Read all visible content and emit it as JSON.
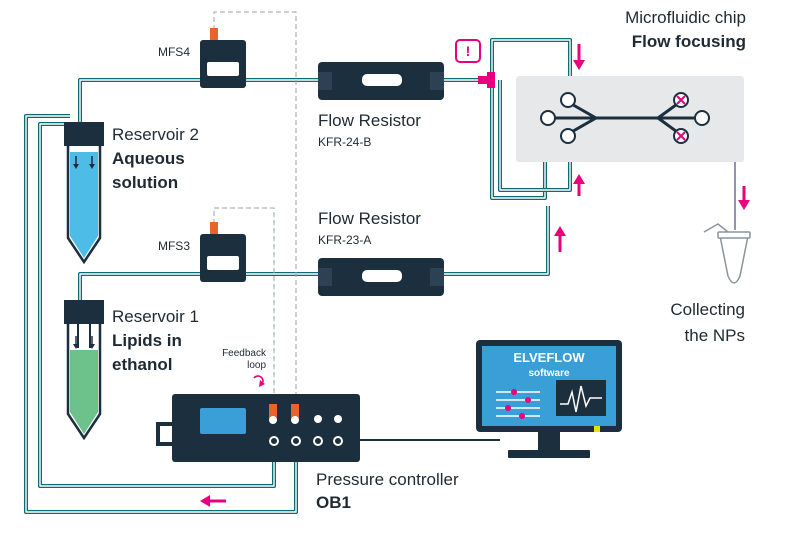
{
  "labels": {
    "chip_title": "Microfluidic chip",
    "chip_subtitle": "Flow focusing",
    "mfs4": "MFS4",
    "mfs3": "MFS3",
    "resistor_top_title": "Flow Resistor",
    "resistor_top_model": "KFR-24-B",
    "resistor_bottom_title": "Flow Resistor",
    "resistor_bottom_model": "KFR-23-A",
    "reservoir2_title": "Reservoir 2",
    "reservoir2_line1": "Aqueous",
    "reservoir2_line2": "solution",
    "reservoir1_title": "Reservoir 1",
    "reservoir1_line1": "Lipids in",
    "reservoir1_line2": "ethanol",
    "feedback_line1": "Feedback",
    "feedback_line2": "loop",
    "collect_line1": "Collecting",
    "collect_line2": "the NPs",
    "controller_title": "Pressure controller",
    "controller_model": "OB1",
    "monitor_brand": "ELVEFLOW",
    "monitor_sub": "software",
    "warning_glyph": "!"
  },
  "colors": {
    "device_dark": "#1c2f3f",
    "tube_teal": "#0e6b72",
    "aqueous_blue": "#4dbde8",
    "lipid_green": "#6cc28a",
    "accent_magenta": "#e8007e",
    "connector_orange": "#e8642c",
    "chip_grey": "#e6e8ea",
    "monitor_blue": "#3a9fd6"
  },
  "icons": [
    "warning-icon",
    "recycle-loop-icon",
    "flow-arrow-icon",
    "tube-icon",
    "chart-icon"
  ]
}
